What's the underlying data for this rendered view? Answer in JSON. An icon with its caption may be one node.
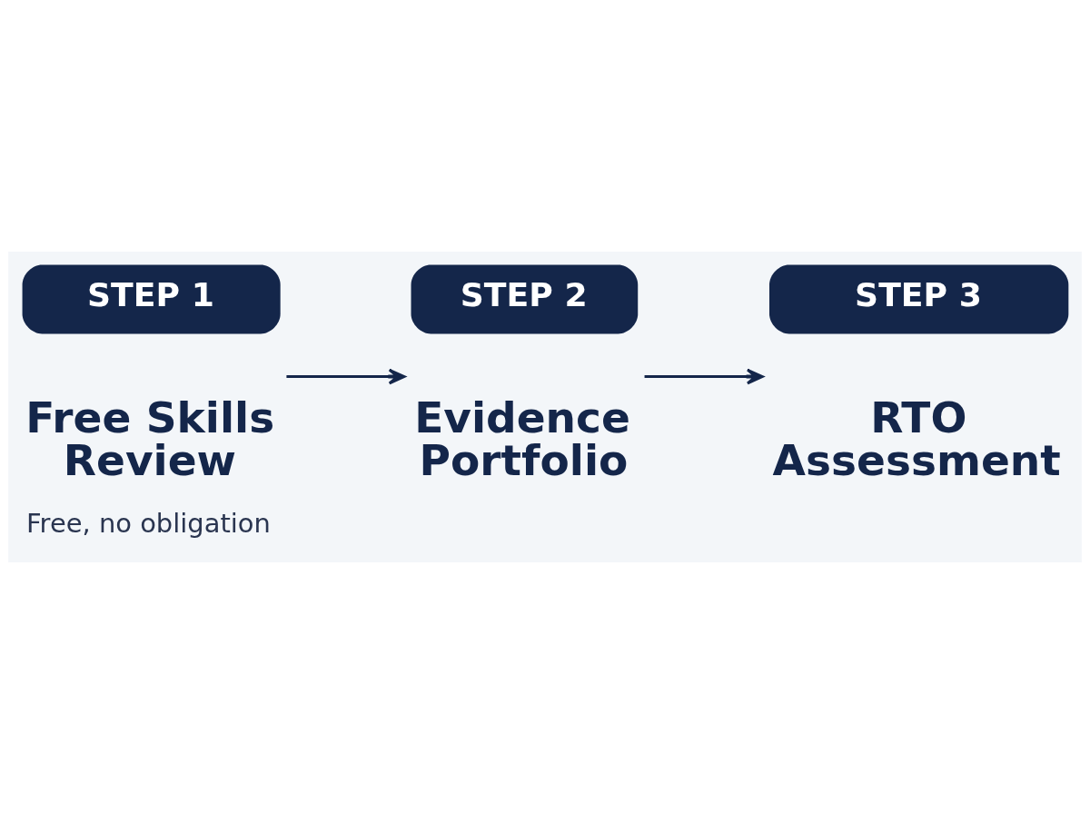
{
  "diagram": {
    "nodes": [
      {
        "text": [
          "STEP 1",
          "Free Skills Review"
        ]
      },
      {
        "text": [
          "STEP 2",
          "Evidence Portfolio"
        ]
      },
      {
        "text": [
          "STEP 3",
          "RTO Assessment"
        ]
      }
    ],
    "edges": [
      {
        "from": 0,
        "to": 1,
        "arrow": "to"
      },
      {
        "from": 1,
        "to": 2,
        "arrow": "to"
      }
    ],
    "labels": [
      "Free, no obligation"
    ]
  }
}
